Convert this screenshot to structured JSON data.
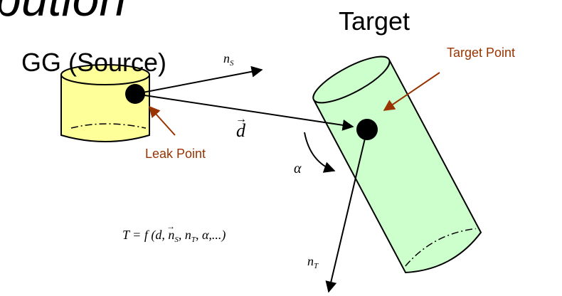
{
  "title_fragment": "bution",
  "source": {
    "label": "GG (Source)",
    "fill": "#ffff99"
  },
  "target": {
    "label": "Target",
    "fill": "#ccffcc"
  },
  "callouts": {
    "target_point": "Target Point",
    "leak_point": "Leak Point",
    "color": "#993300"
  },
  "math": {
    "n_base": "n",
    "sub_s": "S",
    "sub_t": "T",
    "d": "d",
    "vec_arrow": "→",
    "alpha": "α",
    "formula": "T = f (d, n_S, n_T, α,...)",
    "formula_prefix": "T = f (",
    "formula_sep": ", ",
    "formula_suffix": ", α,...)"
  },
  "colors": {
    "outline": "#000000",
    "dot": "#000000"
  }
}
